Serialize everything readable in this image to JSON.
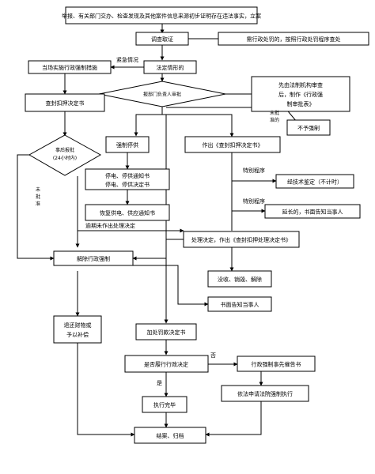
{
  "nodes": {
    "report": "举报、有关部门交办、检查发现及其他案件信息来源初步证明存在违法事实，立案",
    "investigate": "调查取证",
    "note_penalty": "需行政处罚的，按照行政处罚程序查处",
    "onsite": "当场实施行政强制措施",
    "legal_cond": "法定情形的",
    "approval": "报部门负责人审批",
    "legal_review": [
      "先由法制机构审查",
      "后，制作《行政强",
      "制审批表》"
    ],
    "seizure_decision": "查封扣押决定书",
    "post_approval": [
      "事后报批",
      "(24小时内)"
    ],
    "stop_supply": "强制停供",
    "make_seizure": "作出《查封扣押决定书》",
    "no_enforce": "不予强制",
    "notices": [
      "停电、停供通知书",
      "停电、停供决定书"
    ],
    "appraisal": "经技术鉴定（不计时）",
    "extend": "延长的，书面告知当事人",
    "restore": "恢复供电、供应通知书",
    "handling": "处理决定，作出《查封扣押处理决定书》",
    "release": "解除行政强制",
    "confiscate": "没收、销毁、解除",
    "notify_party": "书面告知当事人",
    "return_property": [
      "退还财物或",
      "予以补偿"
    ],
    "penalty_fine": "加处罚款决定书",
    "comply_q": "是否履行行政决定",
    "pre_notice": "行政强制事先催告书",
    "execute_done": "执行完毕",
    "court_apply": "依法申请法院强制执行",
    "close_case": "结案、归档"
  },
  "edge_labels": {
    "emergency": "紧急情况",
    "not_approved_1": [
      "未批",
      "准的"
    ],
    "not_approved_2": [
      "未",
      "批",
      "准"
    ],
    "special_1": "特别程序",
    "special_2": "特别程序",
    "overdue": "逾期未作出处理决定",
    "no": "否",
    "yes": "是"
  }
}
